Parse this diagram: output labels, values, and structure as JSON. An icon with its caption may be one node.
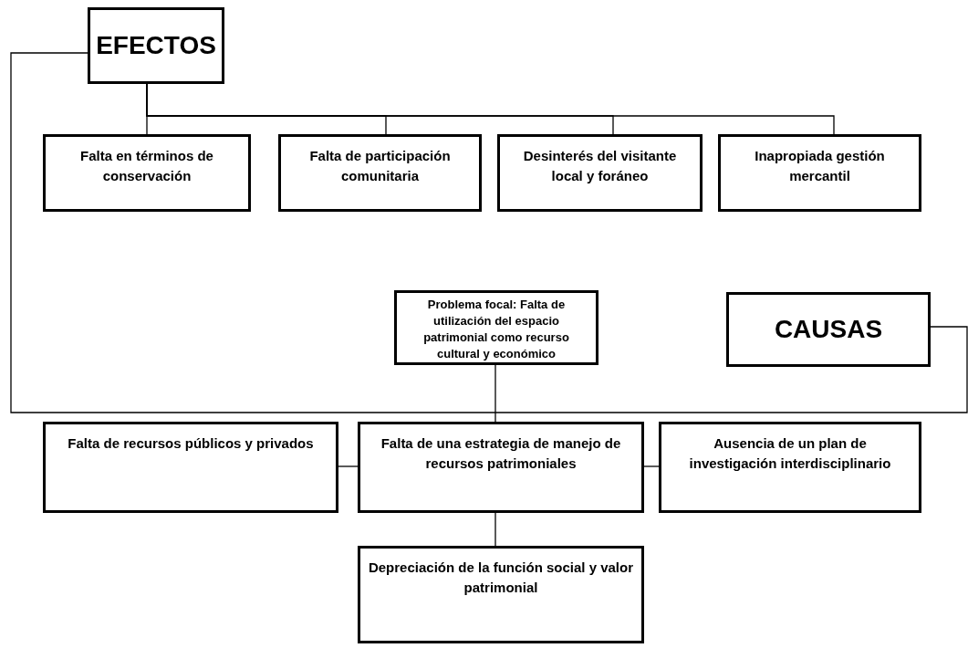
{
  "diagram": {
    "nodes": [
      {
        "text": [
          "EFECTOS"
        ]
      },
      {
        "text": [
          "Falta en términos de conservación"
        ]
      },
      {
        "text": [
          "Falta de participación comunitaria"
        ]
      },
      {
        "text": [
          "Desinterés del visitante local y foráneo"
        ]
      },
      {
        "text": [
          "Inapropiada gestión mercantil"
        ]
      },
      {
        "text": [
          "Problema focal: Falta de utilización del espacio patrimonial como recurso cultural y económico"
        ]
      },
      {
        "text": [
          "CAUSAS"
        ]
      },
      {
        "text": [
          "Falta de recursos públicos y privados"
        ]
      },
      {
        "text": [
          "Falta de una estrategia de manejo de recursos patrimoniales"
        ]
      },
      {
        "text": [
          "Ausencia de un plan de investigación interdisciplinario"
        ]
      },
      {
        "text": [
          "Depreciación de la función social y valor patrimonial"
        ]
      }
    ],
    "edges": [
      {
        "from": 0,
        "to": 1,
        "arrow": "none"
      },
      {
        "from": 0,
        "to": 2,
        "arrow": "none"
      },
      {
        "from": 0,
        "to": 3,
        "arrow": "none"
      },
      {
        "from": 0,
        "to": 4,
        "arrow": "none"
      },
      {
        "from": 0,
        "to": 6,
        "arrow": "none"
      },
      {
        "from": 5,
        "to": 8,
        "arrow": "none"
      },
      {
        "from": 8,
        "to": 7,
        "arrow": "none"
      },
      {
        "from": 8,
        "to": 9,
        "arrow": "none"
      },
      {
        "from": 8,
        "to": 10,
        "arrow": "none"
      }
    ]
  }
}
